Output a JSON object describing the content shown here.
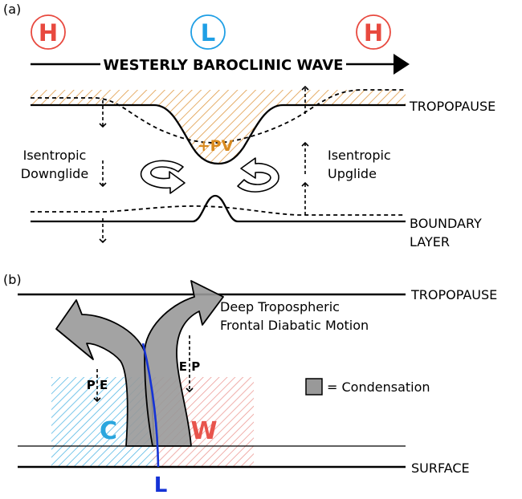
{
  "panel_a": {
    "label": "(a)",
    "pressure_centers": [
      {
        "symbol": "H",
        "color": "#e8493f"
      },
      {
        "symbol": "L",
        "color": "#1f9fe5"
      },
      {
        "symbol": "H",
        "color": "#e8493f"
      }
    ],
    "wave_label": "WESTERLY BAROCLINIC WAVE",
    "tropopause_label": "TROPOPAUSE",
    "pv_label": "+PV",
    "downglide_label": [
      "Isentropic",
      "Downglide"
    ],
    "upglide_label": [
      "Isentropic",
      "Upglide"
    ],
    "boundary_layer_label": [
      "BOUNDARY",
      "LAYER"
    ]
  },
  "panel_b": {
    "label": "(b)",
    "tropopause_label": "TROPOPAUSE",
    "motion_label": [
      "Deep Tropospheric",
      "Frontal Diabatic Motion"
    ],
    "pe_left": "P E",
    "ep_right": "E P",
    "legend_label": "= Condensation",
    "cold_label": "C",
    "warm_label": "W",
    "surface_label": "SURFACE",
    "low_label": "L"
  },
  "colors": {
    "high": "#e8493f",
    "low": "#1f9fe5",
    "pv": "#d98a1f",
    "cold": "#2aa6de",
    "warm": "#e8544c",
    "front": "#1533d6",
    "condensation": "#999999"
  }
}
